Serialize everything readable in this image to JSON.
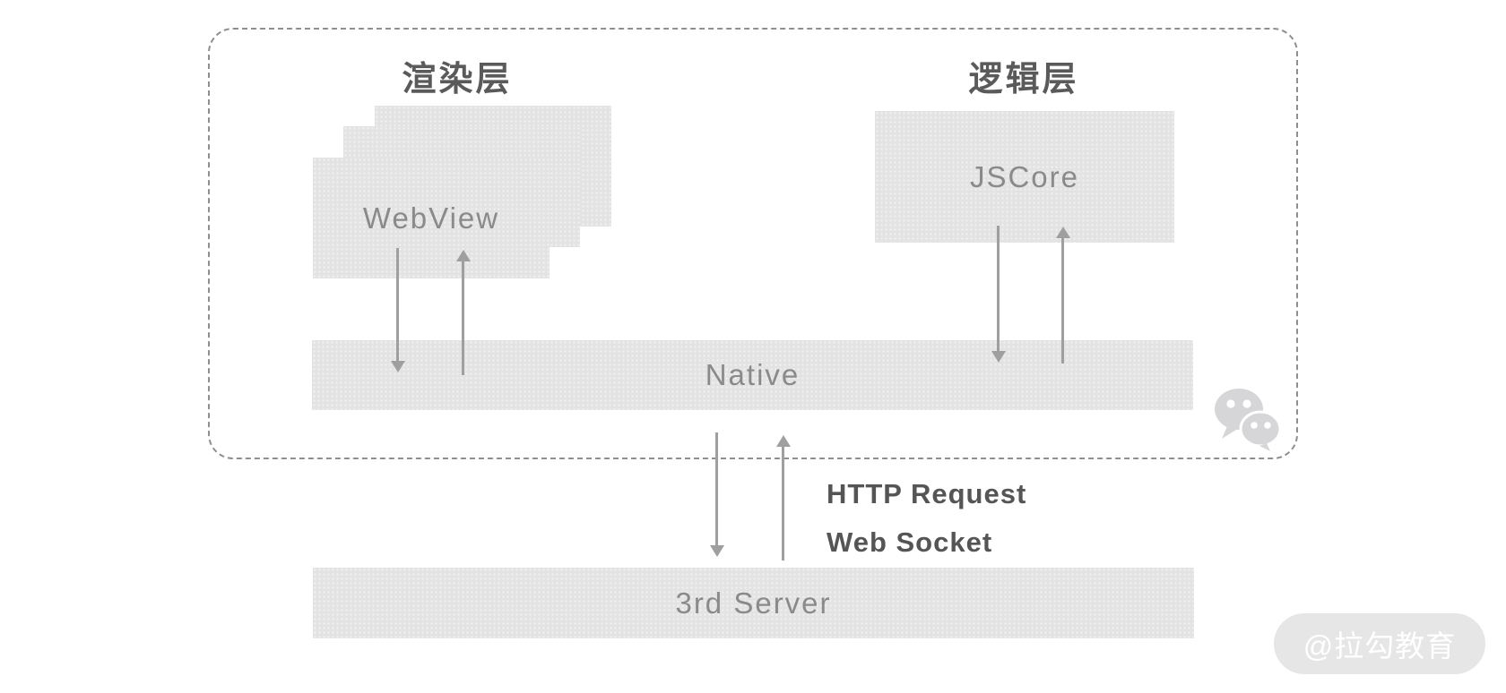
{
  "diagram": {
    "render_layer": {
      "title": "渲染层",
      "box_label": "WebView"
    },
    "logic_layer": {
      "title": "逻辑层",
      "box_label": "JSCore"
    },
    "native_bar": {
      "label": "Native"
    },
    "server_bar": {
      "label": "3rd Server"
    },
    "connection_labels": {
      "line1": "HTTP Request",
      "line2": "Web Socket"
    },
    "watermark": {
      "label": "@拉勾教育"
    },
    "icons": {
      "bottom_right": "wechat-logo-icon"
    },
    "colors": {
      "box_fill": "#e3e3e3",
      "box_text": "#8a8a8a",
      "title_text": "#5a5a5a",
      "arrow": "#9f9f9f",
      "dashed_border": "#8f8f8f",
      "connection_text": "#555555",
      "watermark_bg": "#e6e6e6",
      "watermark_text": "#ffffff",
      "wechat_icon": "#d6d6d9"
    }
  }
}
